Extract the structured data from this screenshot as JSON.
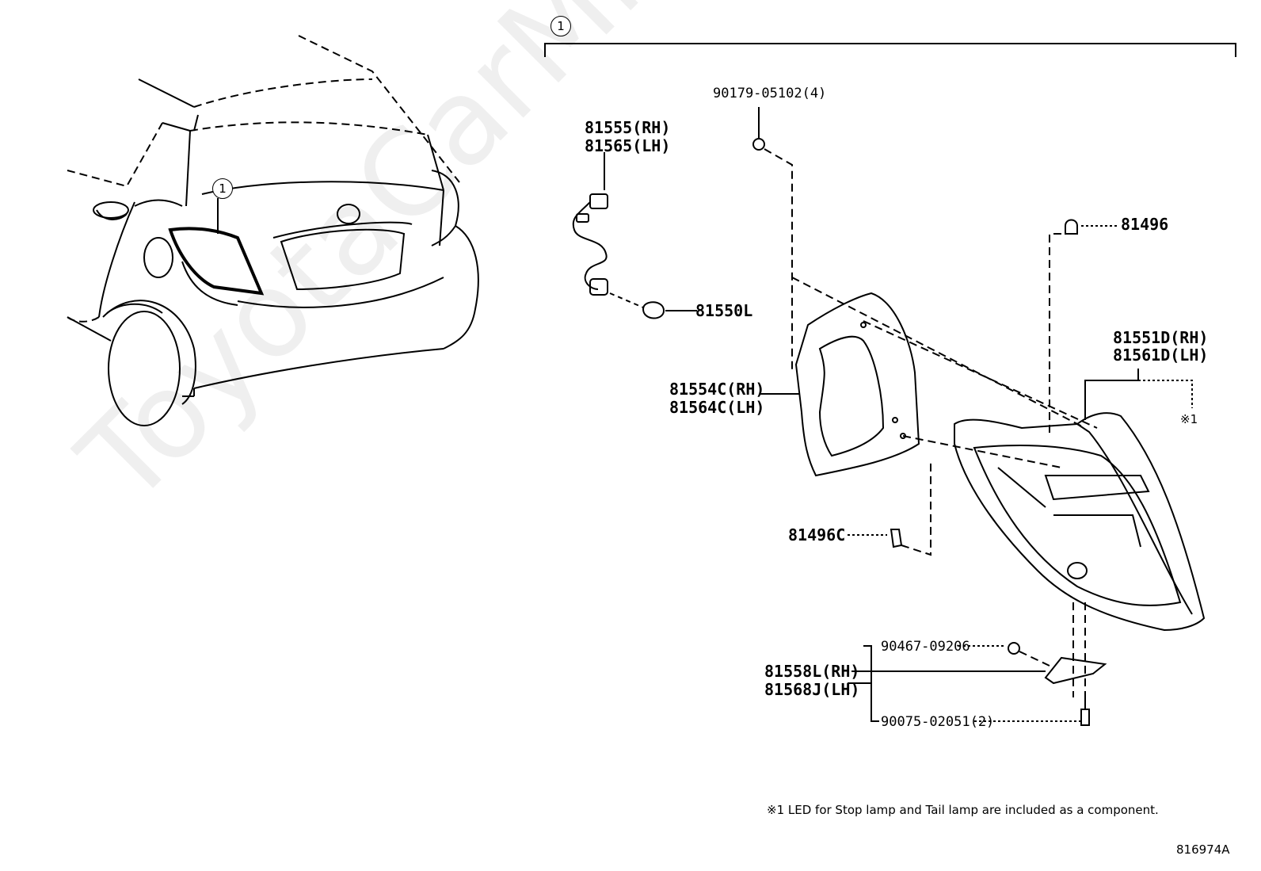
{
  "watermark": "ToyotaCarMine.ru",
  "callout_number": "1",
  "parts": {
    "screw_top": "90179-05102(4)",
    "socket_rh": "81555(RH)",
    "socket_lh": "81565(LH)",
    "bulb": "81550L",
    "clip_top": "81496",
    "gasket_rh": "81554C(RH)",
    "gasket_lh": "81564C(LH)",
    "lamp_rh": "81551D(RH)",
    "lamp_lh": "81561D(LH)",
    "note_ref": "※1",
    "clip_bottom": "81496C",
    "bracket_screw": "90467-09206",
    "bracket_rh": "81558L(RH)",
    "bracket_lh": "81568J(LH)",
    "bolt": "90075-02051(2)"
  },
  "footnote": "※1 LED for Stop lamp and Tail lamp are included as a component.",
  "diagram_id": "816974A"
}
